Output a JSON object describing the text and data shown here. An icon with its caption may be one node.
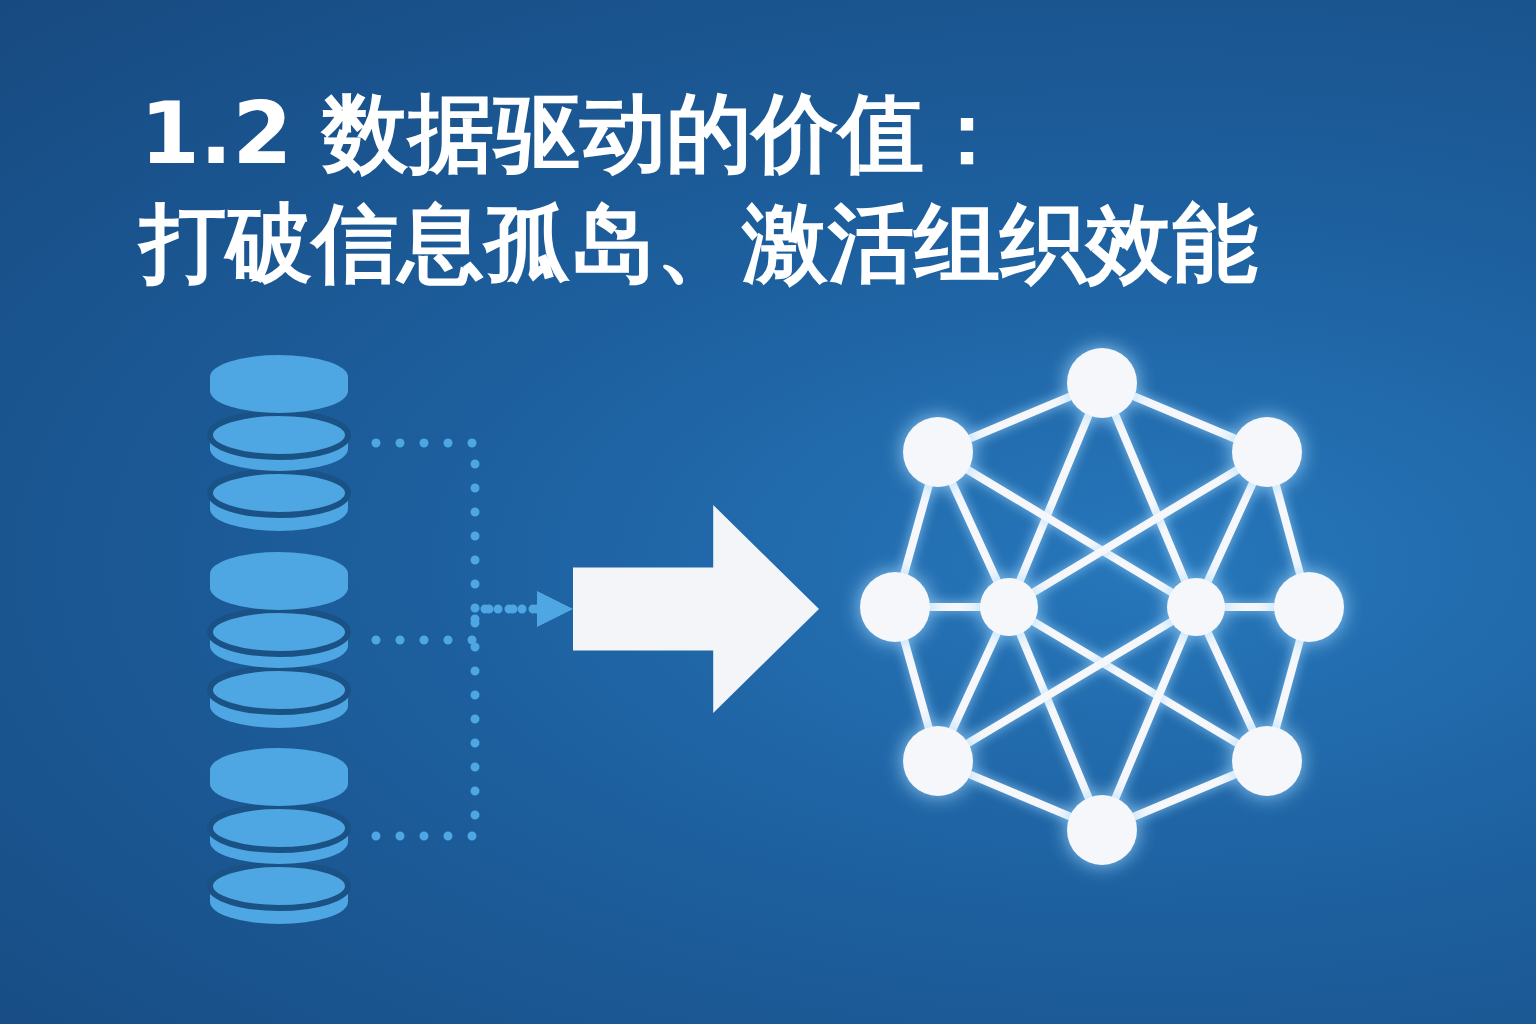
{
  "diagram": {
    "title": "1.2 数据驱动的价值：打破信息孤岛、激活组织效能",
    "nodes": [
      {
        "text": [],
        "shape": "cylinder"
      },
      {
        "text": [],
        "shape": "cylinder"
      },
      {
        "text": [],
        "shape": "cylinder"
      },
      {
        "text": [],
        "shape": "arrow"
      },
      {
        "text": [],
        "shape": "circle"
      },
      {
        "text": [],
        "shape": "circle"
      },
      {
        "text": [],
        "shape": "circle"
      },
      {
        "text": [],
        "shape": "circle"
      },
      {
        "text": [],
        "shape": "circle"
      },
      {
        "text": [],
        "shape": "circle"
      },
      {
        "text": [],
        "shape": "circle"
      },
      {
        "text": [],
        "shape": "circle"
      },
      {
        "text": [],
        "shape": "circle"
      },
      {
        "text": [],
        "shape": "circle"
      }
    ],
    "edges": [
      {
        "from": 0,
        "to": 3,
        "arrow": "to",
        "style": "dashed",
        "color": "#4ea6e2"
      },
      {
        "from": 1,
        "to": 3,
        "arrow": "to",
        "style": "dashed",
        "color": "#4ea6e2"
      },
      {
        "from": 2,
        "to": 3,
        "arrow": "to",
        "style": "dashed",
        "color": "#4ea6e2"
      },
      {
        "from": 4,
        "to": 5,
        "arrow": "none"
      },
      {
        "from": 4,
        "to": 6,
        "arrow": "none"
      },
      {
        "from": 4,
        "to": 8,
        "arrow": "none"
      },
      {
        "from": 4,
        "to": 9,
        "arrow": "none"
      },
      {
        "from": 5,
        "to": 7,
        "arrow": "none"
      },
      {
        "from": 5,
        "to": 8,
        "arrow": "none"
      },
      {
        "from": 5,
        "to": 9,
        "arrow": "none"
      },
      {
        "from": 6,
        "to": 10,
        "arrow": "none"
      },
      {
        "from": 6,
        "to": 9,
        "arrow": "none"
      },
      {
        "from": 6,
        "to": 8,
        "arrow": "none"
      },
      {
        "from": 7,
        "to": 8,
        "arrow": "none"
      },
      {
        "from": 9,
        "to": 10,
        "arrow": "none"
      },
      {
        "from": 7,
        "to": 11,
        "arrow": "none"
      },
      {
        "from": 10,
        "to": 12,
        "arrow": "none"
      },
      {
        "from": 8,
        "to": 11,
        "arrow": "none"
      },
      {
        "from": 8,
        "to": 12,
        "arrow": "none"
      },
      {
        "from": 8,
        "to": 13,
        "arrow": "none"
      },
      {
        "from": 9,
        "to": 12,
        "arrow": "none"
      },
      {
        "from": 9,
        "to": 11,
        "arrow": "none"
      },
      {
        "from": 9,
        "to": 13,
        "arrow": "none"
      },
      {
        "from": 11,
        "to": 13,
        "arrow": "none"
      },
      {
        "from": 12,
        "to": 13,
        "arrow": "none"
      }
    ]
  }
}
